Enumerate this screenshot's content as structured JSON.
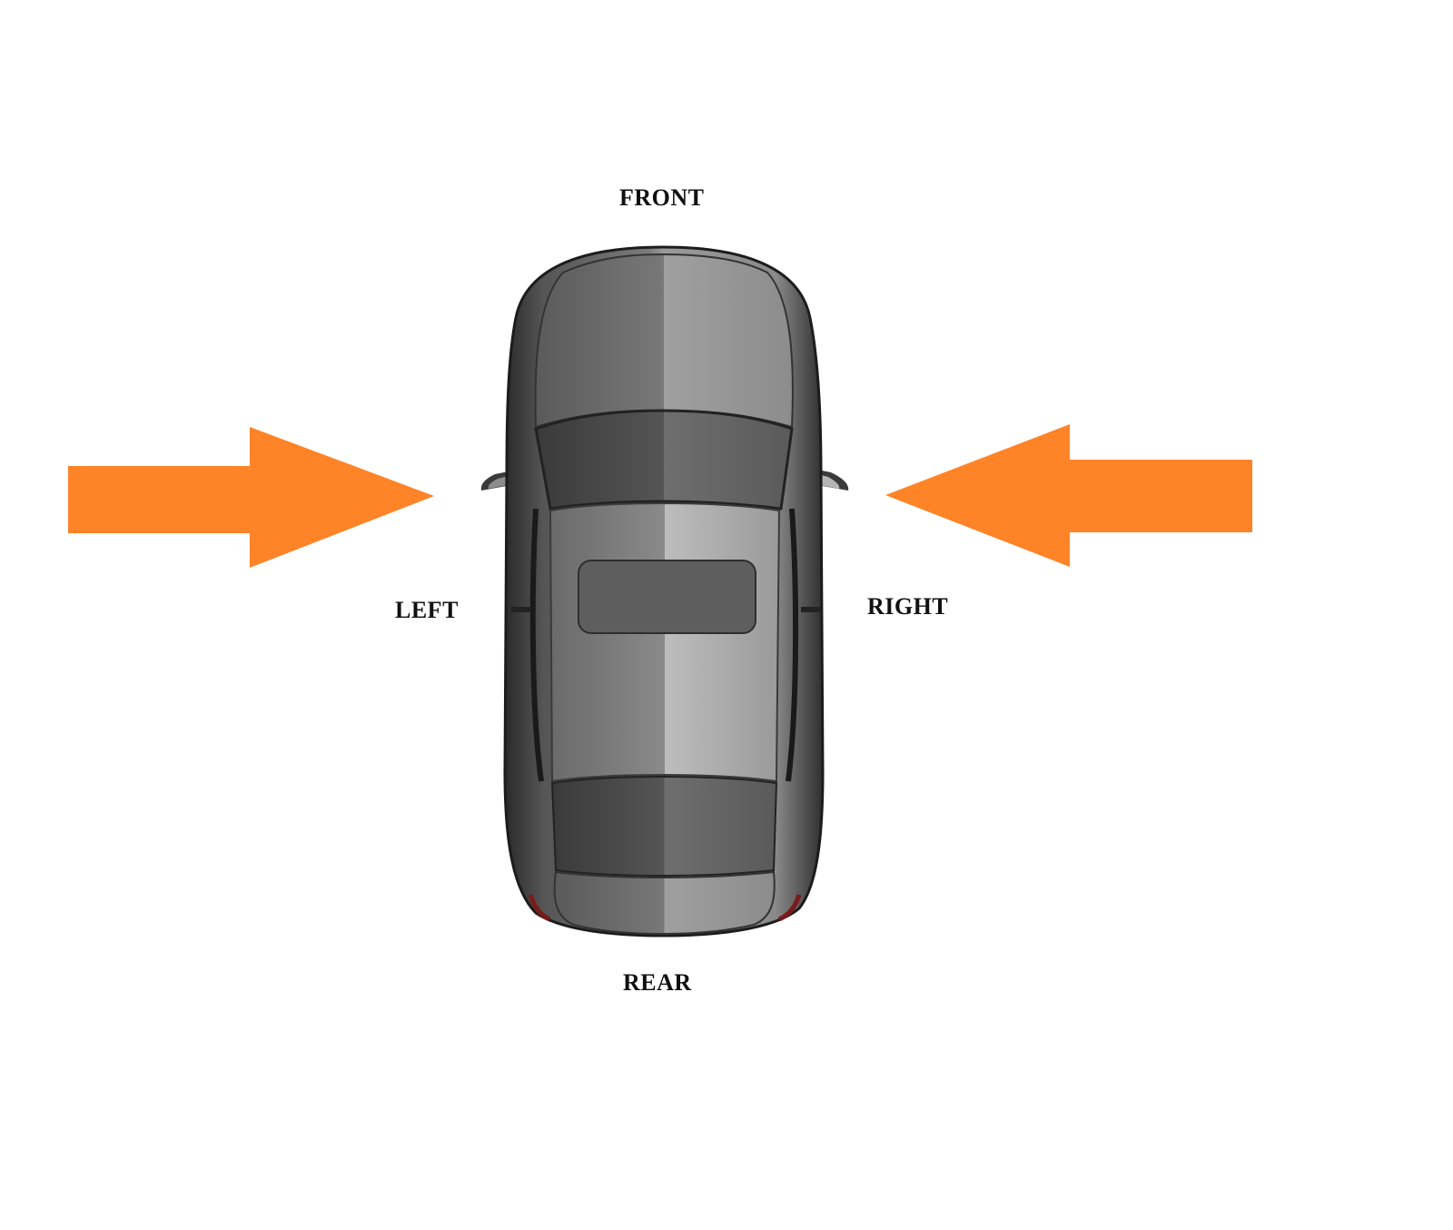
{
  "labels": {
    "front": "FRONT",
    "rear": "REAR",
    "left": "LEFT",
    "right": "RIGHT"
  },
  "colors": {
    "arrow": "#FF8327",
    "background": "#FFFFFF",
    "label": "#111111",
    "car_body": "#6E6E6E"
  },
  "icons": {
    "car": "car-top-view-icon",
    "left_arrow": "arrow-right-icon",
    "right_arrow": "arrow-left-icon"
  }
}
